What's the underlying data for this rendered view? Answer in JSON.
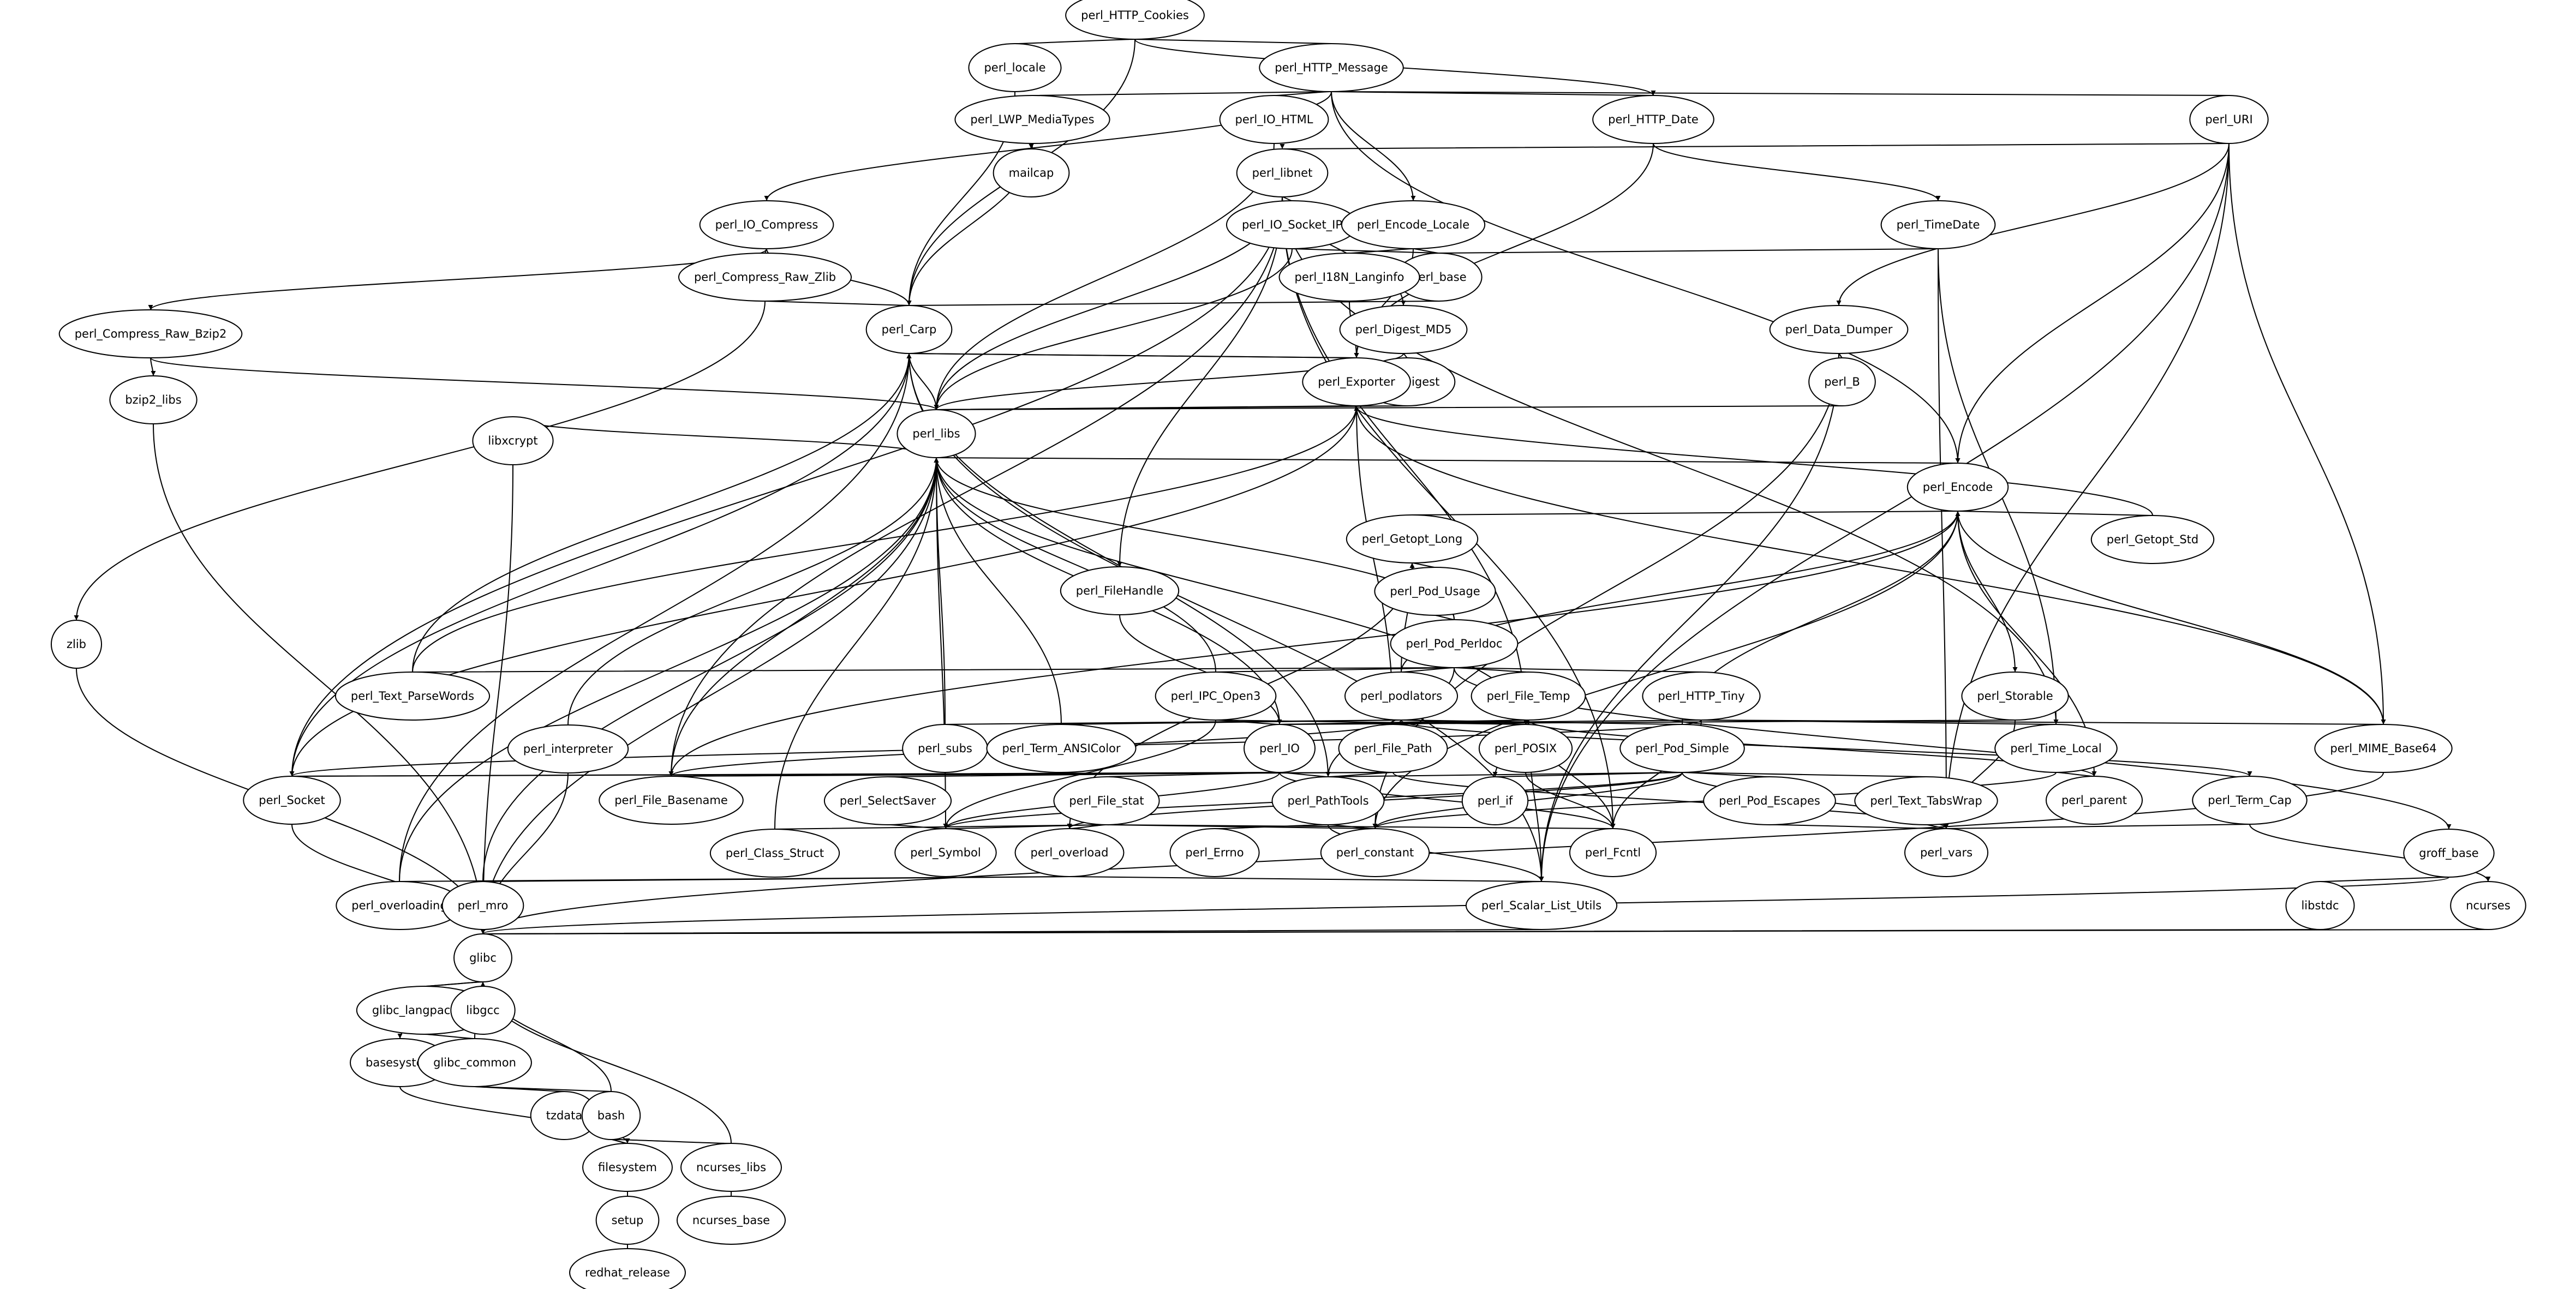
{
  "diagram": {
    "type": "directed-graph",
    "title": "",
    "nodes": [
      {
        "id": "perl_HTTP_Cookies",
        "label": "perl_HTTP_Cookies"
      },
      {
        "id": "perl_locale",
        "label": "perl_locale"
      },
      {
        "id": "perl_HTTP_Message",
        "label": "perl_HTTP_Message"
      },
      {
        "id": "perl_LWP_MediaTypes",
        "label": "perl_LWP_MediaTypes"
      },
      {
        "id": "perl_IO_HTML",
        "label": "perl_IO_HTML"
      },
      {
        "id": "perl_HTTP_Date",
        "label": "perl_HTTP_Date"
      },
      {
        "id": "perl_URI",
        "label": "perl_URI"
      },
      {
        "id": "mailcap",
        "label": "mailcap"
      },
      {
        "id": "perl_libnet",
        "label": "perl_libnet"
      },
      {
        "id": "perl_IO_Compress",
        "label": "perl_IO_Compress"
      },
      {
        "id": "perl_IO_Socket_IP",
        "label": "perl_IO_Socket_IP"
      },
      {
        "id": "perl_Encode_Locale",
        "label": "perl_Encode_Locale"
      },
      {
        "id": "perl_TimeDate",
        "label": "perl_TimeDate"
      },
      {
        "id": "perl_Compress_Raw_Zlib",
        "label": "perl_Compress_Raw_Zlib"
      },
      {
        "id": "perl_base",
        "label": "perl_base"
      },
      {
        "id": "perl_I18N_Langinfo",
        "label": "perl_I18N_Langinfo"
      },
      {
        "id": "perl_Carp",
        "label": "perl_Carp"
      },
      {
        "id": "perl_Digest_MD5",
        "label": "perl_Digest_MD5"
      },
      {
        "id": "perl_Data_Dumper",
        "label": "perl_Data_Dumper"
      },
      {
        "id": "perl_Compress_Raw_Bzip2",
        "label": "perl_Compress_Raw_Bzip2"
      },
      {
        "id": "perl_Digest",
        "label": "perl_Digest"
      },
      {
        "id": "perl_Exporter",
        "label": "perl_Exporter"
      },
      {
        "id": "perl_B",
        "label": "perl_B"
      },
      {
        "id": "bzip2_libs",
        "label": "bzip2_libs"
      },
      {
        "id": "perl_libs",
        "label": "perl_libs"
      },
      {
        "id": "libxcrypt",
        "label": "libxcrypt"
      },
      {
        "id": "perl_Encode",
        "label": "perl_Encode"
      },
      {
        "id": "perl_Getopt_Long",
        "label": "perl_Getopt_Long"
      },
      {
        "id": "perl_Getopt_Std",
        "label": "perl_Getopt_Std"
      },
      {
        "id": "perl_Pod_Usage",
        "label": "perl_Pod_Usage"
      },
      {
        "id": "perl_FileHandle",
        "label": "perl_FileHandle"
      },
      {
        "id": "zlib",
        "label": "zlib"
      },
      {
        "id": "perl_Pod_Perldoc",
        "label": "perl_Pod_Perldoc"
      },
      {
        "id": "perl_Text_ParseWords",
        "label": "perl_Text_ParseWords"
      },
      {
        "id": "perl_IPC_Open3",
        "label": "perl_IPC_Open3"
      },
      {
        "id": "perl_podlators",
        "label": "perl_podlators"
      },
      {
        "id": "perl_File_Temp",
        "label": "perl_File_Temp"
      },
      {
        "id": "perl_HTTP_Tiny",
        "label": "perl_HTTP_Tiny"
      },
      {
        "id": "perl_Storable",
        "label": "perl_Storable"
      },
      {
        "id": "perl_interpreter",
        "label": "perl_interpreter"
      },
      {
        "id": "perl_subs",
        "label": "perl_subs"
      },
      {
        "id": "perl_Term_ANSIColor",
        "label": "perl_Term_ANSIColor"
      },
      {
        "id": "perl_IO",
        "label": "perl_IO"
      },
      {
        "id": "perl_File_Path",
        "label": "perl_File_Path"
      },
      {
        "id": "perl_POSIX",
        "label": "perl_POSIX"
      },
      {
        "id": "perl_Pod_Simple",
        "label": "perl_Pod_Simple"
      },
      {
        "id": "perl_Time_Local",
        "label": "perl_Time_Local"
      },
      {
        "id": "perl_MIME_Base64",
        "label": "perl_MIME_Base64"
      },
      {
        "id": "perl_Socket",
        "label": "perl_Socket"
      },
      {
        "id": "perl_File_Basename",
        "label": "perl_File_Basename"
      },
      {
        "id": "perl_SelectSaver",
        "label": "perl_SelectSaver"
      },
      {
        "id": "perl_File_stat",
        "label": "perl_File_stat"
      },
      {
        "id": "perl_PathTools",
        "label": "perl_PathTools"
      },
      {
        "id": "perl_if",
        "label": "perl_if"
      },
      {
        "id": "perl_Pod_Escapes",
        "label": "perl_Pod_Escapes"
      },
      {
        "id": "perl_Text_TabsWrap",
        "label": "perl_Text_TabsWrap"
      },
      {
        "id": "perl_parent",
        "label": "perl_parent"
      },
      {
        "id": "perl_Term_Cap",
        "label": "perl_Term_Cap"
      },
      {
        "id": "perl_Class_Struct",
        "label": "perl_Class_Struct"
      },
      {
        "id": "perl_Symbol",
        "label": "perl_Symbol"
      },
      {
        "id": "perl_overload",
        "label": "perl_overload"
      },
      {
        "id": "perl_Errno",
        "label": "perl_Errno"
      },
      {
        "id": "perl_constant",
        "label": "perl_constant"
      },
      {
        "id": "perl_Fcntl",
        "label": "perl_Fcntl"
      },
      {
        "id": "perl_vars",
        "label": "perl_vars"
      },
      {
        "id": "groff_base",
        "label": "groff_base"
      },
      {
        "id": "perl_overloading",
        "label": "perl_overloading"
      },
      {
        "id": "perl_mro",
        "label": "perl_mro"
      },
      {
        "id": "perl_Scalar_List_Utils",
        "label": "perl_Scalar_List_Utils"
      },
      {
        "id": "libstdc",
        "label": "libstdc"
      },
      {
        "id": "ncurses",
        "label": "ncurses"
      },
      {
        "id": "glibc",
        "label": "glibc"
      },
      {
        "id": "glibc_langpack_en",
        "label": "glibc_langpack_en"
      },
      {
        "id": "libgcc",
        "label": "libgcc"
      },
      {
        "id": "basesystem",
        "label": "basesystem"
      },
      {
        "id": "glibc_common",
        "label": "glibc_common"
      },
      {
        "id": "tzdata",
        "label": "tzdata"
      },
      {
        "id": "bash",
        "label": "bash"
      },
      {
        "id": "filesystem",
        "label": "filesystem"
      },
      {
        "id": "ncurses_libs",
        "label": "ncurses_libs"
      },
      {
        "id": "setup",
        "label": "setup"
      },
      {
        "id": "ncurses_base",
        "label": "ncurses_base"
      },
      {
        "id": "redhat_release",
        "label": "redhat_release"
      }
    ],
    "edges": [
      [
        "perl_HTTP_Cookies",
        "perl_locale"
      ],
      [
        "perl_HTTP_Cookies",
        "perl_HTTP_Message"
      ],
      [
        "perl_HTTP_Cookies",
        "perl_HTTP_Date"
      ],
      [
        "perl_HTTP_Cookies",
        "perl_Carp"
      ],
      [
        "perl_locale",
        "perl_Carp"
      ],
      [
        "perl_HTTP_Message",
        "perl_LWP_MediaTypes"
      ],
      [
        "perl_HTTP_Message",
        "perl_IO_HTML"
      ],
      [
        "perl_HTTP_Message",
        "perl_HTTP_Date"
      ],
      [
        "perl_HTTP_Message",
        "perl_URI"
      ],
      [
        "perl_HTTP_Message",
        "perl_Encode_Locale"
      ],
      [
        "perl_HTTP_Message",
        "perl_IO_Compress"
      ],
      [
        "perl_HTTP_Message",
        "perl_Encode"
      ],
      [
        "perl_LWP_MediaTypes",
        "mailcap"
      ],
      [
        "perl_LWP_MediaTypes",
        "perl_Carp"
      ],
      [
        "perl_IO_HTML",
        "perl_libs"
      ],
      [
        "perl_HTTP_Date",
        "perl_TimeDate"
      ],
      [
        "perl_HTTP_Date",
        "perl_Exporter"
      ],
      [
        "perl_URI",
        "perl_libnet"
      ],
      [
        "perl_URI",
        "perl_Data_Dumper"
      ],
      [
        "perl_URI",
        "perl_Encode"
      ],
      [
        "perl_URI",
        "perl_MIME_Base64"
      ],
      [
        "perl_URI",
        "perl_Scalar_List_Utils"
      ],
      [
        "perl_URI",
        "perl_vars"
      ],
      [
        "perl_libnet",
        "perl_IO_Socket_IP"
      ],
      [
        "perl_libnet",
        "perl_Digest_MD5"
      ],
      [
        "perl_libnet",
        "perl_FileHandle"
      ],
      [
        "perl_libnet",
        "perl_Socket"
      ],
      [
        "perl_libnet",
        "perl_Time_Local"
      ],
      [
        "perl_libnet",
        "perl_POSIX"
      ],
      [
        "perl_libnet",
        "perl_Fcntl"
      ],
      [
        "perl_libnet",
        "perl_File_Basename"
      ],
      [
        "perl_libnet",
        "perl_libs"
      ],
      [
        "perl_IO_Compress",
        "perl_Compress_Raw_Zlib"
      ],
      [
        "perl_IO_Compress",
        "perl_Compress_Raw_Bzip2"
      ],
      [
        "perl_IO_Compress",
        "perl_Carp"
      ],
      [
        "perl_IO_Socket_IP",
        "perl_base"
      ],
      [
        "perl_IO_Socket_IP",
        "perl_libs"
      ],
      [
        "perl_Encode_Locale",
        "perl_base"
      ],
      [
        "perl_Encode_Locale",
        "perl_I18N_Langinfo"
      ],
      [
        "perl_Encode_Locale",
        "perl_Exporter"
      ],
      [
        "perl_TimeDate",
        "perl_base"
      ],
      [
        "perl_TimeDate",
        "perl_Time_Local"
      ],
      [
        "perl_TimeDate",
        "perl_vars"
      ],
      [
        "perl_Compress_Raw_Zlib",
        "perl_Carp"
      ],
      [
        "perl_Compress_Raw_Zlib",
        "zlib"
      ],
      [
        "perl_base",
        "perl_Carp"
      ],
      [
        "perl_I18N_Langinfo",
        "perl_Exporter"
      ],
      [
        "perl_Carp",
        "perl_Exporter"
      ],
      [
        "perl_Digest_MD5",
        "perl_Digest"
      ],
      [
        "perl_Digest_MD5",
        "perl_libs"
      ],
      [
        "perl_Digest",
        "perl_libs"
      ],
      [
        "perl_Data_Dumper",
        "perl_B"
      ],
      [
        "perl_Data_Dumper",
        "perl_constant"
      ],
      [
        "perl_Data_Dumper",
        "perl_Scalar_List_Utils"
      ],
      [
        "perl_B",
        "perl_Data_Dumper"
      ],
      [
        "perl_B",
        "perl_libs"
      ],
      [
        "perl_Compress_Raw_Bzip2",
        "bzip2_libs"
      ],
      [
        "perl_Compress_Raw_Bzip2",
        "perl_libs"
      ],
      [
        "perl_Exporter",
        "perl_Carp"
      ],
      [
        "perl_Exporter",
        "perl_libs"
      ],
      [
        "perl_libs",
        "perl_Carp"
      ],
      [
        "perl_libs",
        "libxcrypt"
      ],
      [
        "perl_libs",
        "perl_Encode"
      ],
      [
        "perl_libs",
        "glibc"
      ],
      [
        "perl_Encode",
        "perl_Getopt_Long"
      ],
      [
        "perl_Encode",
        "perl_Getopt_Std"
      ],
      [
        "perl_Encode",
        "perl_Storable"
      ],
      [
        "perl_Encode",
        "perl_MIME_Base64"
      ],
      [
        "perl_Encode",
        "perl_parent"
      ],
      [
        "perl_Encode",
        "perl_File_Basename"
      ],
      [
        "perl_Encode",
        "perl_constant"
      ],
      [
        "perl_Getopt_Std",
        "perl_Exporter"
      ],
      [
        "perl_Getopt_Long",
        "perl_Pod_Usage"
      ],
      [
        "perl_Getopt_Long",
        "perl_overload"
      ],
      [
        "perl_Pod_Usage",
        "perl_Pod_Perldoc"
      ],
      [
        "perl_Pod_Perldoc",
        "perl_Getopt_Long"
      ],
      [
        "perl_Pod_Perldoc",
        "perl_podlators"
      ],
      [
        "perl_Pod_Perldoc",
        "perl_File_Temp"
      ],
      [
        "perl_Pod_Perldoc",
        "perl_HTTP_Tiny"
      ],
      [
        "perl_Pod_Perldoc",
        "perl_IPC_Open3"
      ],
      [
        "perl_Pod_Perldoc",
        "perl_Text_ParseWords"
      ],
      [
        "perl_Pod_Perldoc",
        "perl_PathTools"
      ],
      [
        "perl_Pod_Perldoc",
        "groff_base"
      ],
      [
        "perl_Pod_Perldoc",
        "perl_libs"
      ],
      [
        "perl_FileHandle",
        "perl_IO"
      ],
      [
        "perl_IPC_Open3",
        "perl_IO"
      ],
      [
        "perl_IPC_Open3",
        "perl_Symbol"
      ],
      [
        "perl_IPC_Open3",
        "perl_POSIX"
      ],
      [
        "perl_IPC_Open3",
        "perl_libs"
      ],
      [
        "perl_podlators",
        "perl_Getopt_Long"
      ],
      [
        "perl_podlators",
        "perl_subs"
      ],
      [
        "perl_podlators",
        "perl_Term_ANSIColor"
      ],
      [
        "perl_podlators",
        "perl_POSIX"
      ],
      [
        "perl_podlators",
        "perl_Pod_Simple"
      ],
      [
        "perl_podlators",
        "perl_Term_Cap"
      ],
      [
        "perl_podlators",
        "perl_File_Basename"
      ],
      [
        "perl_podlators",
        "perl_Encode"
      ],
      [
        "perl_File_Temp",
        "perl_File_Path"
      ],
      [
        "perl_File_Temp",
        "perl_POSIX"
      ],
      [
        "perl_File_Temp",
        "perl_IO"
      ],
      [
        "perl_File_Temp",
        "perl_parent"
      ],
      [
        "perl_File_Temp",
        "perl_Fcntl"
      ],
      [
        "perl_File_Temp",
        "perl_if"
      ],
      [
        "perl_File_Temp",
        "perl_Scalar_List_Utils"
      ],
      [
        "perl_HTTP_Tiny",
        "perl_IO"
      ],
      [
        "perl_HTTP_Tiny",
        "perl_Time_Local"
      ],
      [
        "perl_HTTP_Tiny",
        "perl_MIME_Base64"
      ],
      [
        "perl_HTTP_Tiny",
        "perl_Socket"
      ],
      [
        "perl_HTTP_Tiny",
        "perl_Fcntl"
      ],
      [
        "perl_Storable",
        "perl_IO"
      ],
      [
        "perl_Storable",
        "perl_vars"
      ],
      [
        "perl_Text_ParseWords",
        "perl_Carp"
      ],
      [
        "perl_Text_ParseWords",
        "perl_Exporter"
      ],
      [
        "perl_interpreter",
        "perl_libs"
      ],
      [
        "perl_interpreter",
        "glibc"
      ],
      [
        "perl_subs",
        "perl_libs"
      ],
      [
        "perl_Term_ANSIColor",
        "perl_libs"
      ],
      [
        "perl_IO",
        "perl_File_stat"
      ],
      [
        "perl_IO",
        "perl_SelectSaver"
      ],
      [
        "perl_IO",
        "perl_File_Basename"
      ],
      [
        "perl_IO",
        "perl_Socket"
      ],
      [
        "perl_IO",
        "perl_PathTools"
      ],
      [
        "perl_IO",
        "perl_Symbol"
      ],
      [
        "perl_IO",
        "perl_Fcntl"
      ],
      [
        "perl_IO",
        "perl_libs"
      ],
      [
        "perl_File_Path",
        "perl_PathTools"
      ],
      [
        "perl_File_Path",
        "perl_Socket"
      ],
      [
        "perl_File_Path",
        "perl_File_Basename"
      ],
      [
        "perl_File_Path",
        "perl_Exporter"
      ],
      [
        "perl_File_Path",
        "perl_vars"
      ],
      [
        "perl_POSIX",
        "perl_Fcntl"
      ],
      [
        "perl_POSIX",
        "perl_libs"
      ],
      [
        "perl_Pod_Simple",
        "perl_Pod_Escapes"
      ],
      [
        "perl_Pod_Simple",
        "perl_Text_TabsWrap"
      ],
      [
        "perl_Pod_Simple",
        "perl_PathTools"
      ],
      [
        "perl_Pod_Simple",
        "perl_if"
      ],
      [
        "perl_Pod_Simple",
        "perl_Symbol"
      ],
      [
        "perl_Pod_Simple",
        "perl_overload"
      ],
      [
        "perl_Pod_Simple",
        "perl_constant"
      ],
      [
        "perl_Pod_Simple",
        "perl_vars"
      ],
      [
        "perl_Pod_Simple",
        "perl_Encode"
      ],
      [
        "perl_Time_Local",
        "perl_parent"
      ],
      [
        "perl_Time_Local",
        "perl_constant"
      ],
      [
        "perl_MIME_Base64",
        "perl_Exporter"
      ],
      [
        "perl_MIME_Base64",
        "glibc"
      ],
      [
        "perl_Socket",
        "perl_Carp"
      ],
      [
        "perl_Socket",
        "perl_Exporter"
      ],
      [
        "perl_Socket",
        "glibc"
      ],
      [
        "perl_File_Basename",
        "perl_libs"
      ],
      [
        "perl_SelectSaver",
        "perl_Symbol"
      ],
      [
        "perl_File_stat",
        "perl_Class_Struct"
      ],
      [
        "perl_File_stat",
        "perl_Symbol"
      ],
      [
        "perl_File_stat",
        "perl_overload"
      ],
      [
        "perl_File_stat",
        "perl_constant"
      ],
      [
        "perl_File_stat",
        "perl_Fcntl"
      ],
      [
        "perl_PathTools",
        "perl_Errno"
      ],
      [
        "perl_PathTools",
        "perl_constant"
      ],
      [
        "perl_PathTools",
        "perl_Scalar_List_Utils"
      ],
      [
        "perl_PathTools",
        "perl_Carp"
      ],
      [
        "perl_Pod_Escapes",
        "perl_vars"
      ],
      [
        "perl_Text_TabsWrap",
        "perl_vars"
      ],
      [
        "perl_Term_Cap",
        "perl_vars"
      ],
      [
        "perl_Term_Cap",
        "ncurses"
      ],
      [
        "perl_Class_Struct",
        "perl_libs"
      ],
      [
        "perl_Symbol",
        "perl_libs"
      ],
      [
        "perl_overload",
        "perl_overloading"
      ],
      [
        "perl_overload",
        "perl_mro"
      ],
      [
        "perl_overload",
        "perl_Scalar_List_Utils"
      ],
      [
        "perl_overloading",
        "perl_Carp"
      ],
      [
        "perl_overloading",
        "perl_libs"
      ],
      [
        "perl_mro",
        "glibc"
      ],
      [
        "perl_mro",
        "perl_libs"
      ],
      [
        "perl_Scalar_List_Utils",
        "glibc"
      ],
      [
        "perl_Scalar_List_Utils",
        "perl_Carp"
      ],
      [
        "groff_base",
        "libstdc"
      ],
      [
        "groff_base",
        "glibc"
      ],
      [
        "libstdc",
        "glibc"
      ],
      [
        "ncurses",
        "glibc"
      ],
      [
        "libxcrypt",
        "glibc"
      ],
      [
        "bzip2_libs",
        "glibc"
      ],
      [
        "zlib",
        "glibc"
      ],
      [
        "glibc",
        "glibc_langpack_en"
      ],
      [
        "glibc",
        "libgcc"
      ],
      [
        "glibc",
        "basesystem"
      ],
      [
        "glibc_langpack_en",
        "glibc"
      ],
      [
        "glibc_langpack_en",
        "glibc_common"
      ],
      [
        "glibc_common",
        "glibc"
      ],
      [
        "glibc_common",
        "tzdata"
      ],
      [
        "glibc_common",
        "bash"
      ],
      [
        "basesystem",
        "filesystem"
      ],
      [
        "bash",
        "glibc"
      ],
      [
        "bash",
        "filesystem"
      ],
      [
        "bash",
        "ncurses_libs"
      ],
      [
        "filesystem",
        "bash"
      ],
      [
        "filesystem",
        "setup"
      ],
      [
        "ncurses_libs",
        "glibc"
      ],
      [
        "ncurses_libs",
        "ncurses_base"
      ],
      [
        "setup",
        "redhat_release"
      ]
    ]
  }
}
